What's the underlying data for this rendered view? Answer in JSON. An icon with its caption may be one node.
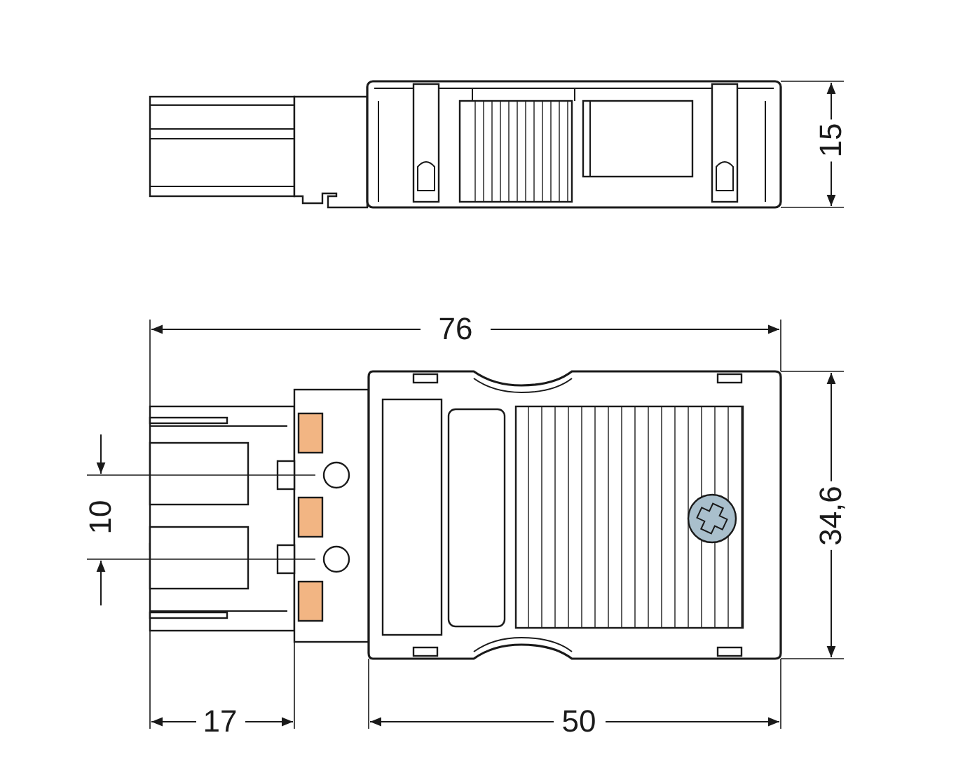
{
  "diagram": {
    "labels": [
      "15",
      "76",
      "10",
      "34,6",
      "17",
      "50"
    ]
  }
}
